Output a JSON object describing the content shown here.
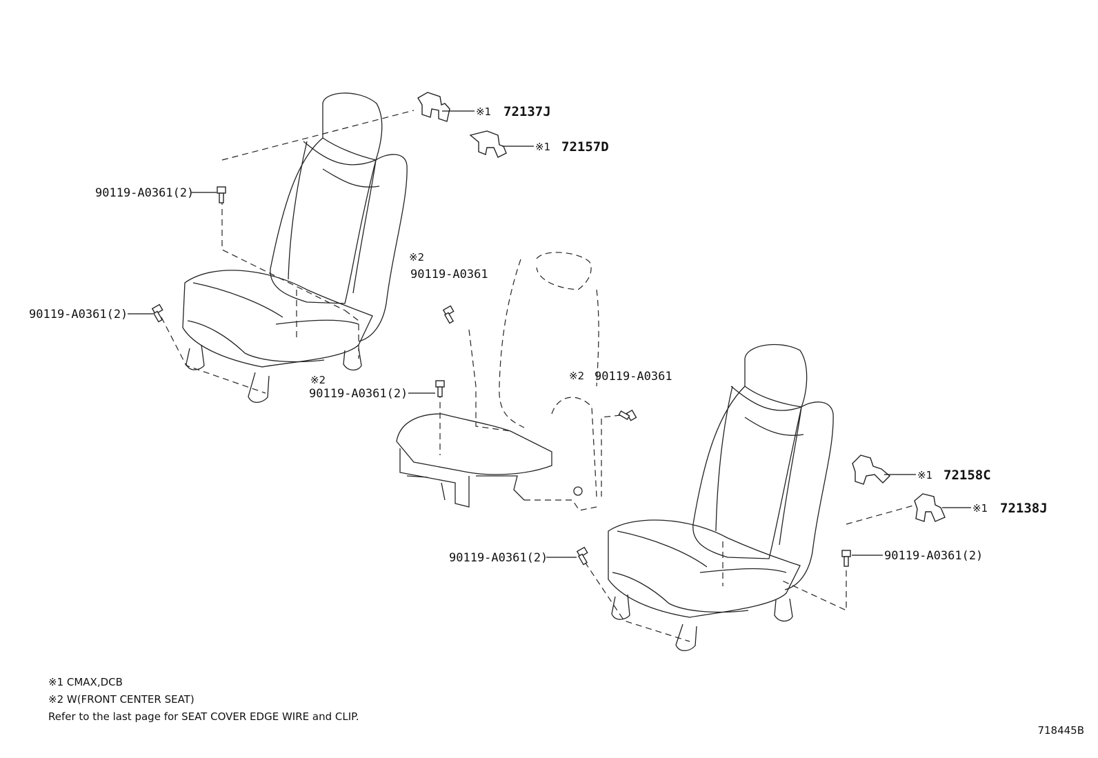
{
  "callouts": {
    "clip_72137j": {
      "mark": "※1",
      "part": "72137J"
    },
    "clip_72157d": {
      "mark": "※1",
      "part": "72157D"
    },
    "clip_72158c": {
      "mark": "※1",
      "part": "72158C"
    },
    "clip_72138j": {
      "mark": "※1",
      "part": "72138J"
    },
    "bolt_left_upper": {
      "part": "90119-A0361(2)"
    },
    "bolt_left_lower": {
      "part": "90119-A0361(2)"
    },
    "bolt_center_upper": {
      "mark": "※2",
      "part": "90119-A0361"
    },
    "bolt_center_lower": {
      "mark": "※2",
      "part": "90119-A0361(2)"
    },
    "bolt_center_right": {
      "mark": "※2",
      "part": "90119-A0361"
    },
    "bolt_right_front": {
      "part": "90119-A0361(2)"
    },
    "bolt_right_rear": {
      "part": "90119-A0361(2)"
    }
  },
  "notes": [
    "※1 CMAX,DCB",
    "※2 W(FRONT CENTER SEAT)",
    "Refer to the last page for SEAT COVER EDGE WIRE and CLIP."
  ],
  "figure_code": "718445B"
}
